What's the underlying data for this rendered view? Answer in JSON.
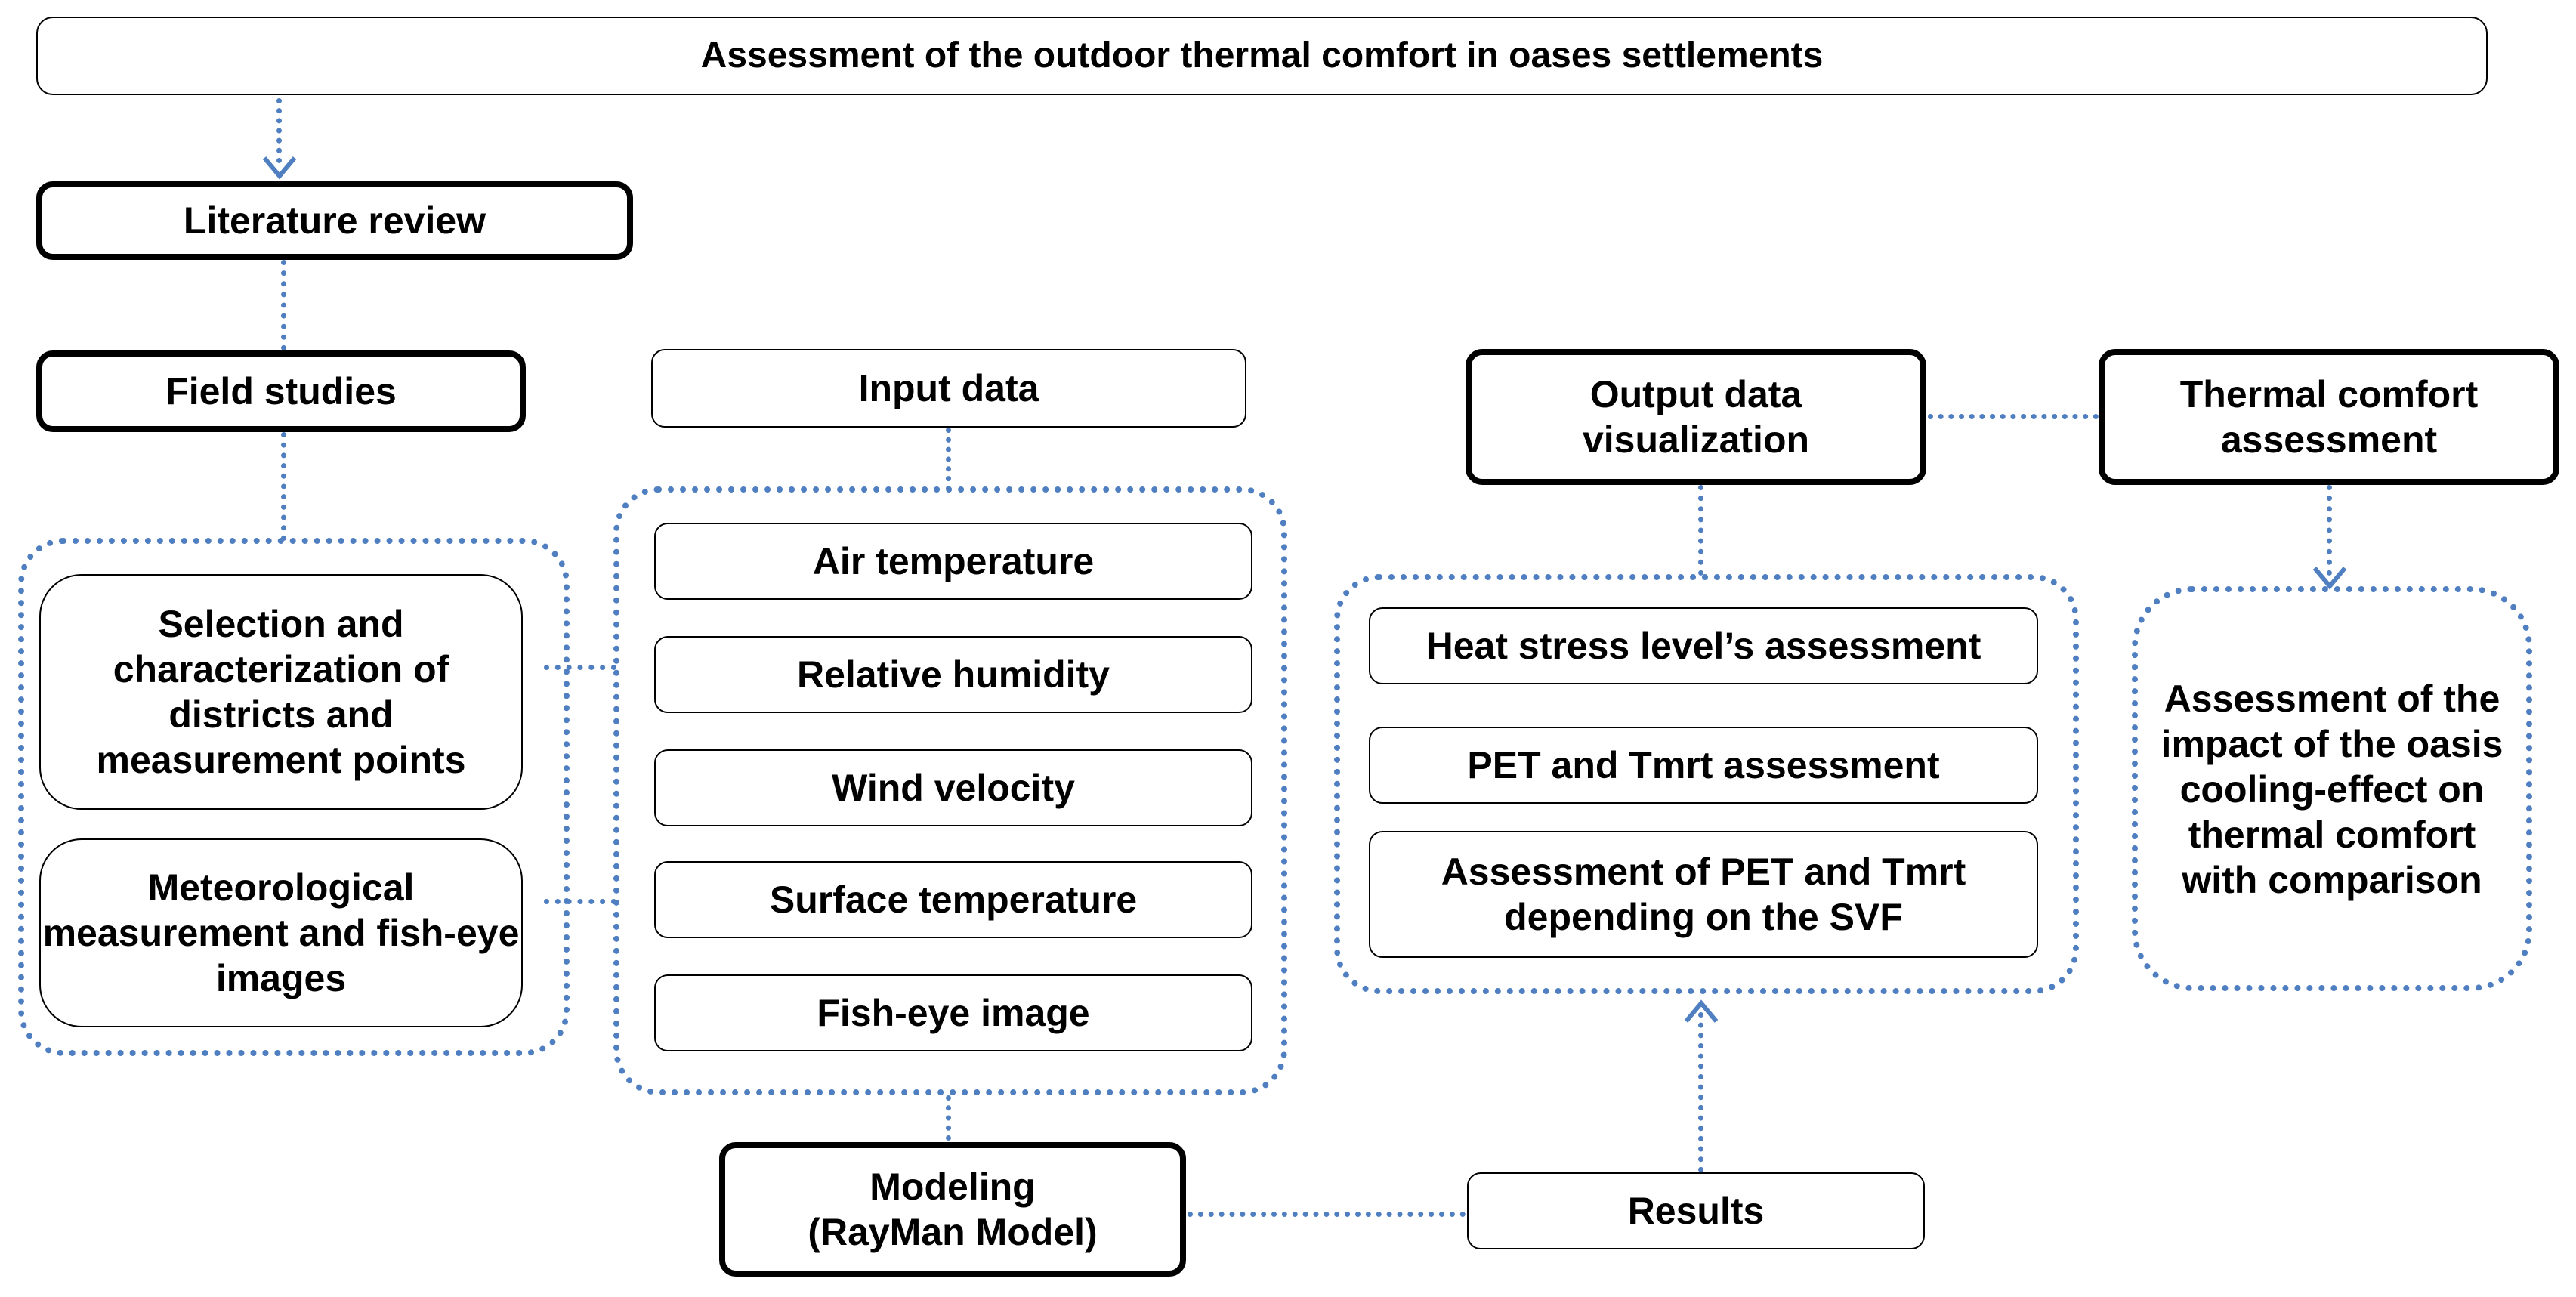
{
  "title": "Assessment of the outdoor thermal comfort in oases settlements",
  "literature_review": "Literature review",
  "field_studies": "Field studies",
  "field_items": [
    "Selection and characterization of districts and measurement points",
    "Meteorological measurement and fish-eye images"
  ],
  "input_data": {
    "label": "Input data",
    "items": [
      "Air temperature",
      "Relative humidity",
      "Wind velocity",
      "Surface temperature",
      "Fish-eye image"
    ]
  },
  "modeling": {
    "line1": "Modeling",
    "line2": "(RayMan Model)"
  },
  "results": "Results",
  "output_visualization": "Output data visualization",
  "output_items": [
    "Heat stress level’s assessment",
    "PET and Tmrt assessment",
    "Assessment of PET and Tmrt depending on the SVF"
  ],
  "thermal_comfort": "Thermal comfort assessment",
  "impact_assessment": "Assessment of the impact of the oasis cooling-effect on thermal comfort with comparison",
  "colors": {
    "connector": "#4f7fc0",
    "border": "#000000"
  }
}
